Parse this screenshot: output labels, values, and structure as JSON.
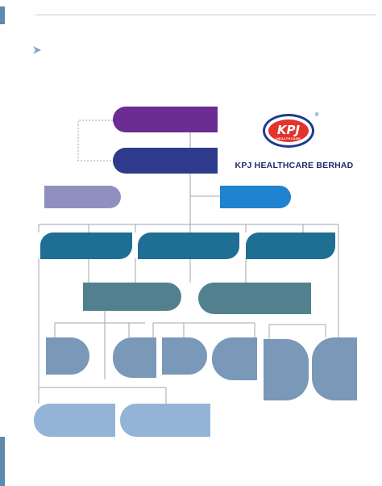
{
  "brand": {
    "name": "KPJ HEALTHCARE BERHAD",
    "logo_letters": "KPJ",
    "logo_subtext": "HEALTHCARE",
    "registered_mark": "®"
  },
  "colors": {
    "purple": "#6b2c93",
    "navy": "#2e3a8c",
    "lavender": "#8f90c0",
    "blue": "#1f83cf",
    "teal": "#1f6e93",
    "grayteal": "#52808f",
    "steel": "#7a98b8",
    "lightblue": "#93b4d6",
    "connector": "#a0a6ad",
    "left_bar": "#5f89ad"
  },
  "icons": {
    "bullet": "chevron-right-icon",
    "logo": "kpj-logo-icon"
  }
}
